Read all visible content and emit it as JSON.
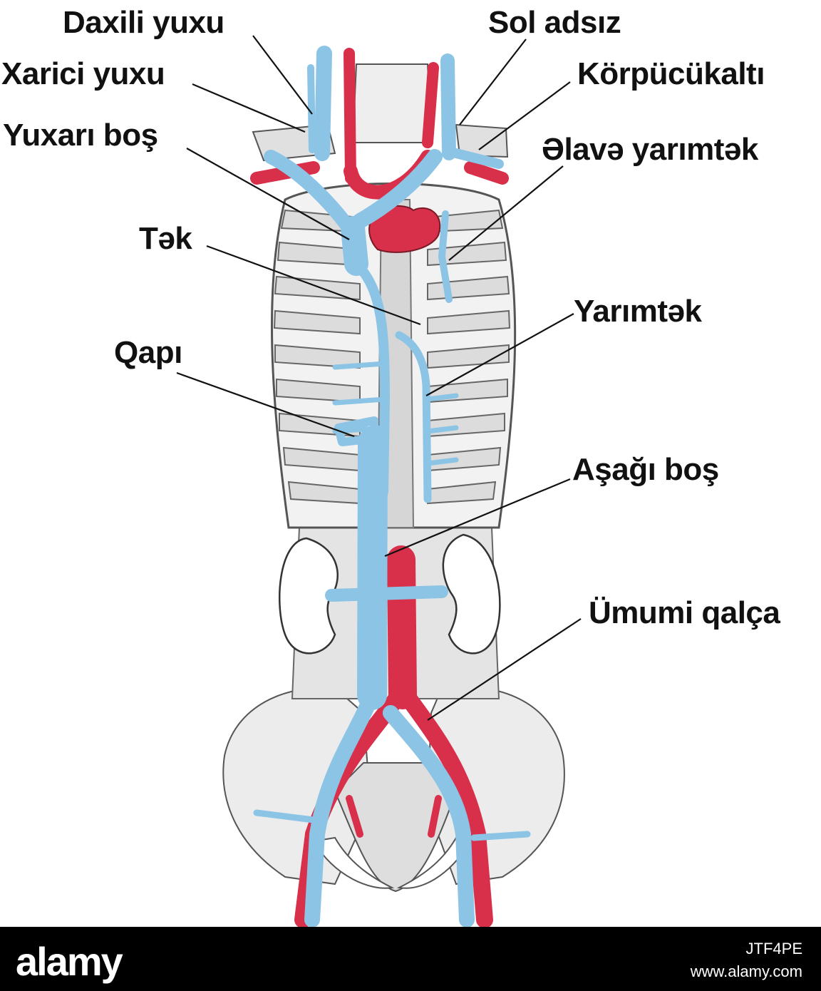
{
  "colors": {
    "vein": "#8cc4e6",
    "artery": "#d8304a",
    "bone": "#e8e8e8",
    "outline": "#444444"
  },
  "labels": {
    "daxili_yuxu": "Daxili yuxu",
    "xarici_yuxu": "Xarici yuxu",
    "yuxari_bos": "Yuxarı boş",
    "tek": "Tək",
    "qapi": "Qapı",
    "sol_adsiz": "Sol adsız",
    "korpucukalti": "Körpücükaltı",
    "elave_yarimtek": "Əlavə yarımtək",
    "yarimtek": "Yarımtək",
    "asagi_bos": "Aşağı boş",
    "umumi_qalca": "Ümumi qalça"
  },
  "footer": {
    "brand": "alamy",
    "image_id": "JTF4PE",
    "site": "www.alamy.com"
  }
}
